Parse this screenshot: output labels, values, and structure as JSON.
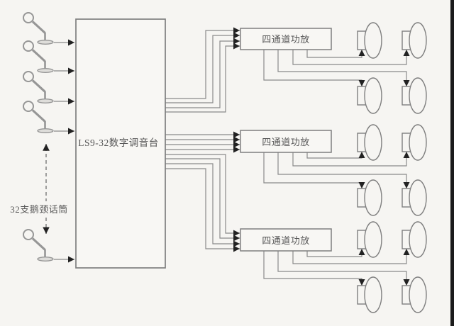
{
  "diagram": {
    "kind": "audio-system-wiring-diagram",
    "mixer_label": "LS9-32数字调音台",
    "mic_label": "32支鹅颈话筒",
    "amp_labels": [
      "四通道功放",
      "四通道功放",
      "四通道功放"
    ],
    "mics_drawn": 5,
    "speakers_per_amp": 4,
    "colors": {
      "background": "#f6f5f2",
      "wire": "#8a8a8a",
      "box_stroke": "#7f7f7f",
      "arrowhead": "#222222",
      "text": "#565656",
      "right_edge_strip": "#1b1b1b"
    }
  }
}
